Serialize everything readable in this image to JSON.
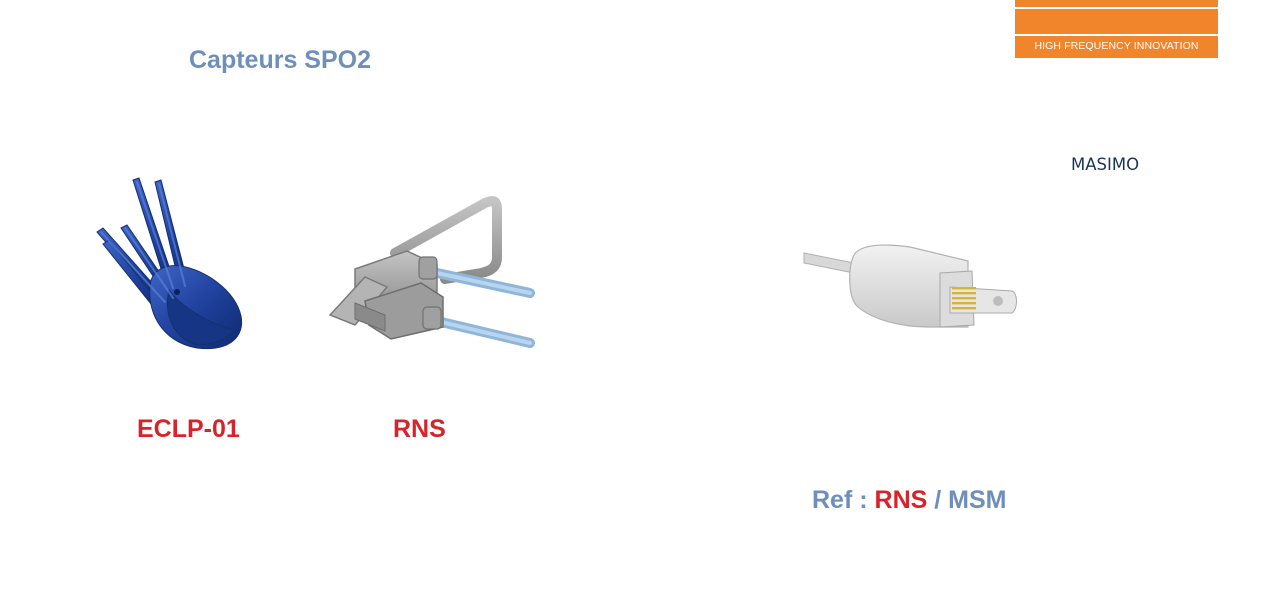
{
  "header": {
    "title": "Capteurs SPO2",
    "brand_tagline": "HIGH FREQUENCY INNOVATION"
  },
  "colors": {
    "title_blue": "#6f8fbb",
    "label_red": "#d8232a",
    "brand_orange": "#f0852b",
    "masimo_navy": "#1c3556",
    "sensor_blue": "#1e3f9a",
    "sensor_grey": "#a3a3a3",
    "cable_blue": "#9cc3e2"
  },
  "products": [
    {
      "label": "ECLP-01",
      "image_icon": "clip-sensor-icon"
    },
    {
      "label": "RNS",
      "image_icon": "finger-clip-sensor-icon"
    }
  ],
  "masimo": {
    "brand": "MASIMO",
    "image_icon": "connector-plug-icon",
    "ref_prefix": "Ref :",
    "ref_code": "RNS",
    "ref_separator": "/",
    "ref_suffix": "MSM"
  }
}
